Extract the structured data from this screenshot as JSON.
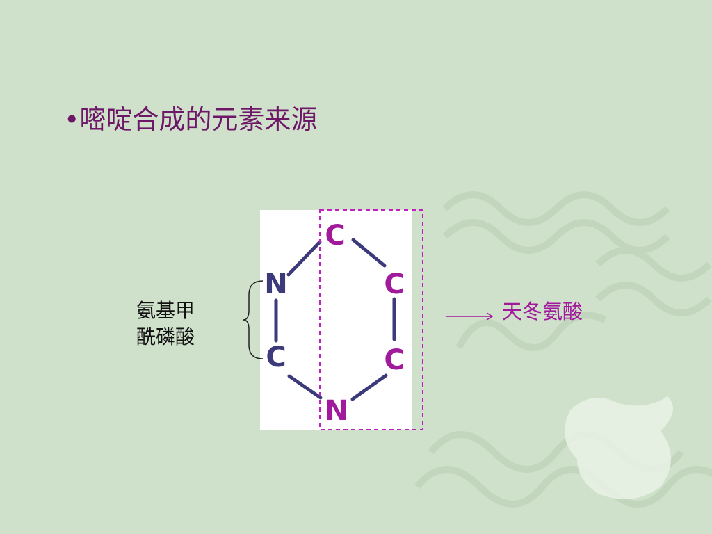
{
  "slide": {
    "title": "•嘧啶合成的元素来源"
  },
  "diagram": {
    "ring_atoms": [
      {
        "id": "c-top",
        "symbol": "C",
        "color": "#a11a9c"
      },
      {
        "id": "c-upper-right",
        "symbol": "C",
        "color": "#a11a9c"
      },
      {
        "id": "c-lower-right",
        "symbol": "C",
        "color": "#a11a9c"
      },
      {
        "id": "n-bottom",
        "symbol": "N",
        "color": "#a11a9c"
      },
      {
        "id": "c-lower-left",
        "symbol": "C",
        "color": "#3c3a7a"
      },
      {
        "id": "n-upper-left",
        "symbol": "N",
        "color": "#3c3a7a"
      }
    ],
    "left_source_label": "氨基甲\n酰磷酸",
    "right_source_label": "天冬氨酸",
    "bond_color": "#3c3a7a",
    "highlight_color": "#c020c0"
  }
}
